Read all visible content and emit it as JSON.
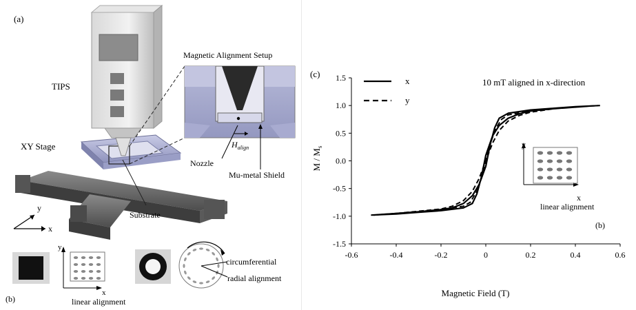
{
  "left_figure": {
    "panel_a_label": "(a)",
    "tips_label": "TIPS",
    "xy_stage_label": "XY Stage",
    "substrate_label": "Substrate",
    "inset_title": "Magnetic Alignment Setup",
    "nozzle_label": "Nozzle",
    "shield_label": "Mu-metal Shield",
    "field_label": "H",
    "field_subscript": "align",
    "axis_y": "y",
    "axis_x": "x",
    "panel_b_label": "(b)",
    "linear_axis_y": "y",
    "linear_axis_x": "x",
    "linear_alignment_label": "linear alignment",
    "circumferential_label": "circumferential",
    "radial_label": "radial alignment"
  },
  "chart_data": {
    "type": "line",
    "panel_label": "(c)",
    "sub_label": "(b)",
    "annotation": "10 mT aligned in x-direction",
    "xlabel": "Magnetic Field (T)",
    "ylabel": "M / M",
    "ylabel_subscript": "s",
    "xlim": [
      -0.6,
      0.6
    ],
    "ylim": [
      -1.5,
      1.5
    ],
    "xticks": [
      "-0.6",
      "-0.4",
      "-0.2",
      "0",
      "0.2",
      "0.4",
      "0.6"
    ],
    "yticks": [
      "1.5",
      "1.0",
      "0.5",
      "0.0",
      "-0.5",
      "-1.0",
      "-1.5"
    ],
    "inset_axis_y": "y",
    "inset_axis_x": "x",
    "inset_caption": "linear alignment",
    "series": [
      {
        "name": "x",
        "style": "solid",
        "upper": [
          [
            0.51,
            1.0
          ],
          [
            0.4,
            0.98
          ],
          [
            0.3,
            0.95
          ],
          [
            0.2,
            0.9
          ],
          [
            0.15,
            0.85
          ],
          [
            0.1,
            0.77
          ],
          [
            0.06,
            0.64
          ],
          [
            0.03,
            0.45
          ],
          [
            0.0,
            0.1
          ],
          [
            -0.02,
            -0.3
          ],
          [
            -0.04,
            -0.6
          ],
          [
            -0.06,
            -0.77
          ],
          [
            -0.1,
            -0.85
          ],
          [
            -0.2,
            -0.9
          ],
          [
            -0.3,
            -0.93
          ],
          [
            -0.4,
            -0.96
          ],
          [
            -0.51,
            -0.98
          ]
        ],
        "lower": [
          [
            -0.51,
            -0.98
          ],
          [
            -0.4,
            -0.95
          ],
          [
            -0.3,
            -0.92
          ],
          [
            -0.2,
            -0.88
          ],
          [
            -0.15,
            -0.85
          ],
          [
            -0.1,
            -0.77
          ],
          [
            -0.06,
            -0.63
          ],
          [
            -0.03,
            -0.43
          ],
          [
            0.0,
            -0.1
          ],
          [
            0.02,
            0.3
          ],
          [
            0.04,
            0.6
          ],
          [
            0.06,
            0.77
          ],
          [
            0.1,
            0.86
          ],
          [
            0.2,
            0.92
          ],
          [
            0.3,
            0.95
          ],
          [
            0.4,
            0.98
          ],
          [
            0.51,
            1.0
          ]
        ]
      },
      {
        "name": "y",
        "style": "dashed",
        "upper": [
          [
            0.5,
            1.0
          ],
          [
            0.4,
            0.97
          ],
          [
            0.3,
            0.94
          ],
          [
            0.2,
            0.88
          ],
          [
            0.15,
            0.82
          ],
          [
            0.1,
            0.72
          ],
          [
            0.06,
            0.55
          ],
          [
            0.03,
            0.32
          ],
          [
            0.0,
            0.0
          ],
          [
            -0.02,
            -0.3
          ],
          [
            -0.04,
            -0.55
          ],
          [
            -0.07,
            -0.75
          ],
          [
            -0.1,
            -0.82
          ],
          [
            -0.2,
            -0.88
          ],
          [
            -0.3,
            -0.92
          ],
          [
            -0.4,
            -0.95
          ],
          [
            -0.5,
            -0.98
          ]
        ],
        "lower": [
          [
            -0.5,
            -0.98
          ],
          [
            -0.4,
            -0.95
          ],
          [
            -0.3,
            -0.91
          ],
          [
            -0.2,
            -0.87
          ],
          [
            -0.15,
            -0.82
          ],
          [
            -0.1,
            -0.72
          ],
          [
            -0.06,
            -0.55
          ],
          [
            -0.03,
            -0.32
          ],
          [
            0.0,
            0.0
          ],
          [
            0.02,
            0.3
          ],
          [
            0.04,
            0.55
          ],
          [
            0.07,
            0.75
          ],
          [
            0.1,
            0.83
          ],
          [
            0.2,
            0.9
          ],
          [
            0.3,
            0.94
          ],
          [
            0.4,
            0.97
          ],
          [
            0.5,
            1.0
          ]
        ]
      }
    ]
  }
}
